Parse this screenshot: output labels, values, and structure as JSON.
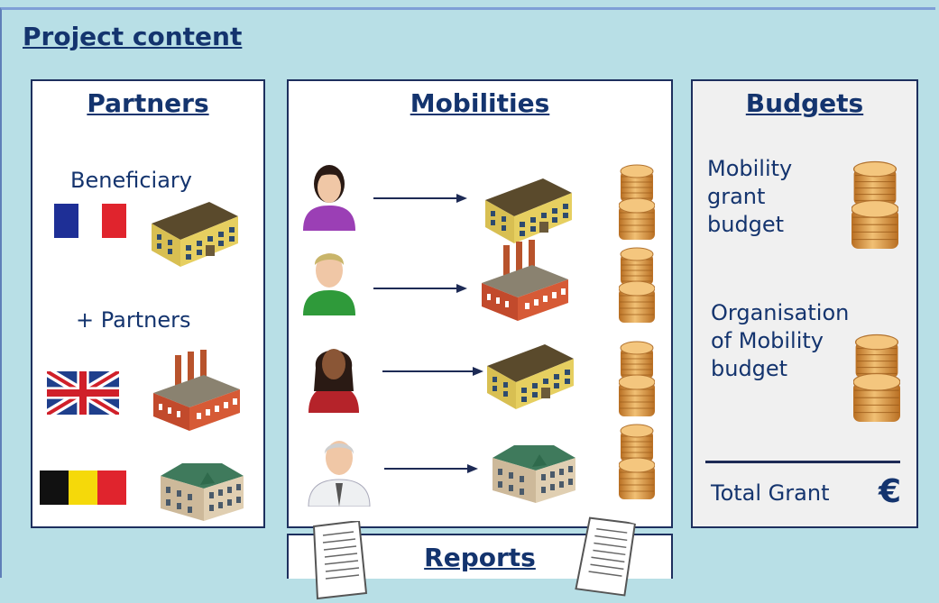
{
  "title": "Project content",
  "partners": {
    "heading": "Partners",
    "beneficiary": "Beneficiary",
    "plus_partners": "+ Partners"
  },
  "mobilities": {
    "heading": "Mobilities"
  },
  "budgets": {
    "heading": "Budgets",
    "mobility_grant": [
      "Mobility",
      "grant",
      "budget"
    ],
    "organisation": [
      "Organisation",
      "of Mobility",
      "budget"
    ],
    "total": "Total Grant",
    "currency": "€"
  },
  "reports": {
    "heading": "Reports"
  },
  "colors": {
    "background": "#b8dfe6",
    "text": "#14346e",
    "panel_border": "#1d2f5e",
    "coin": "#e0a24e"
  },
  "icons": {
    "flags": [
      "france-flag-icon",
      "uk-flag-icon",
      "belgium-flag-icon"
    ],
    "people": [
      "woman-purple-icon",
      "man-green-icon",
      "woman-red-icon",
      "older-man-white-icon"
    ],
    "buildings": [
      "school-building-icon",
      "factory-icon",
      "manor-building-icon"
    ],
    "other": [
      "coin-stack-icon",
      "arrow-icon",
      "document-icon"
    ]
  }
}
